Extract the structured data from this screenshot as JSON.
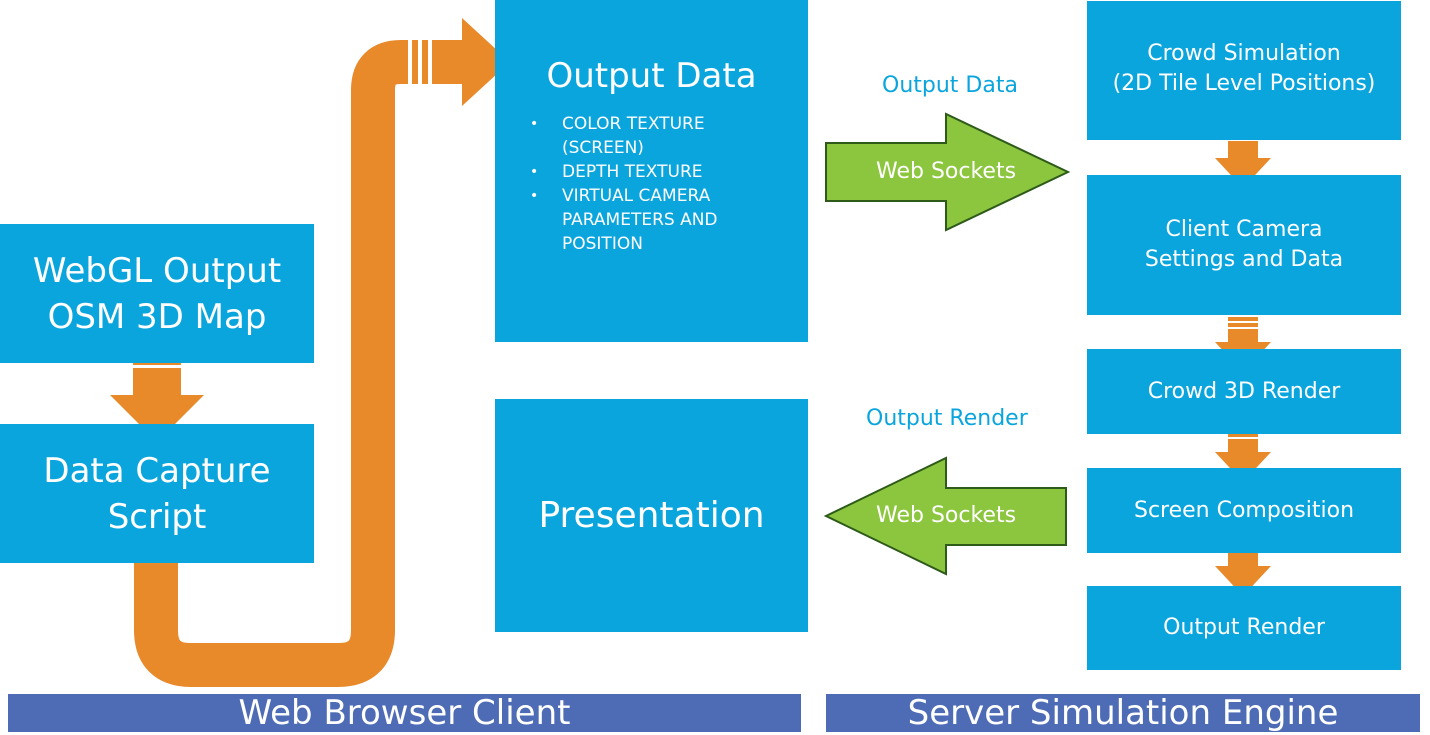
{
  "client_boxes": {
    "webgl": [
      "WebGL Output",
      "OSM 3D Map"
    ],
    "capture": [
      "Data Capture",
      "Script"
    ],
    "output_data_title": "Output Data",
    "output_data_bullets": [
      "COLOR TEXTURE (SCREEN)",
      "DEPTH TEXTURE",
      "VIRTUAL CAMERA PARAMETERS AND POSITION"
    ],
    "presentation": "Presentation"
  },
  "connectors": {
    "top_label": "Output Data",
    "top_arrow": "Web Sockets",
    "bottom_label": "Output Render",
    "bottom_arrow": "Web Sockets"
  },
  "server_boxes": {
    "crowd_sim": [
      "Crowd Simulation",
      "(2D Tile Level Positions)"
    ],
    "camera": [
      "Client Camera",
      "Settings and Data"
    ],
    "render3d": "Crowd 3D Render",
    "composition": "Screen Composition",
    "output_render": "Output Render"
  },
  "footer": {
    "client": "Web Browser Client",
    "server": "Server Simulation Engine"
  },
  "colors": {
    "box": "#0ba5de",
    "orange_arrow": "#e8892a",
    "green_arrow": "#8cc63f",
    "bar": "#4e6cb5"
  }
}
